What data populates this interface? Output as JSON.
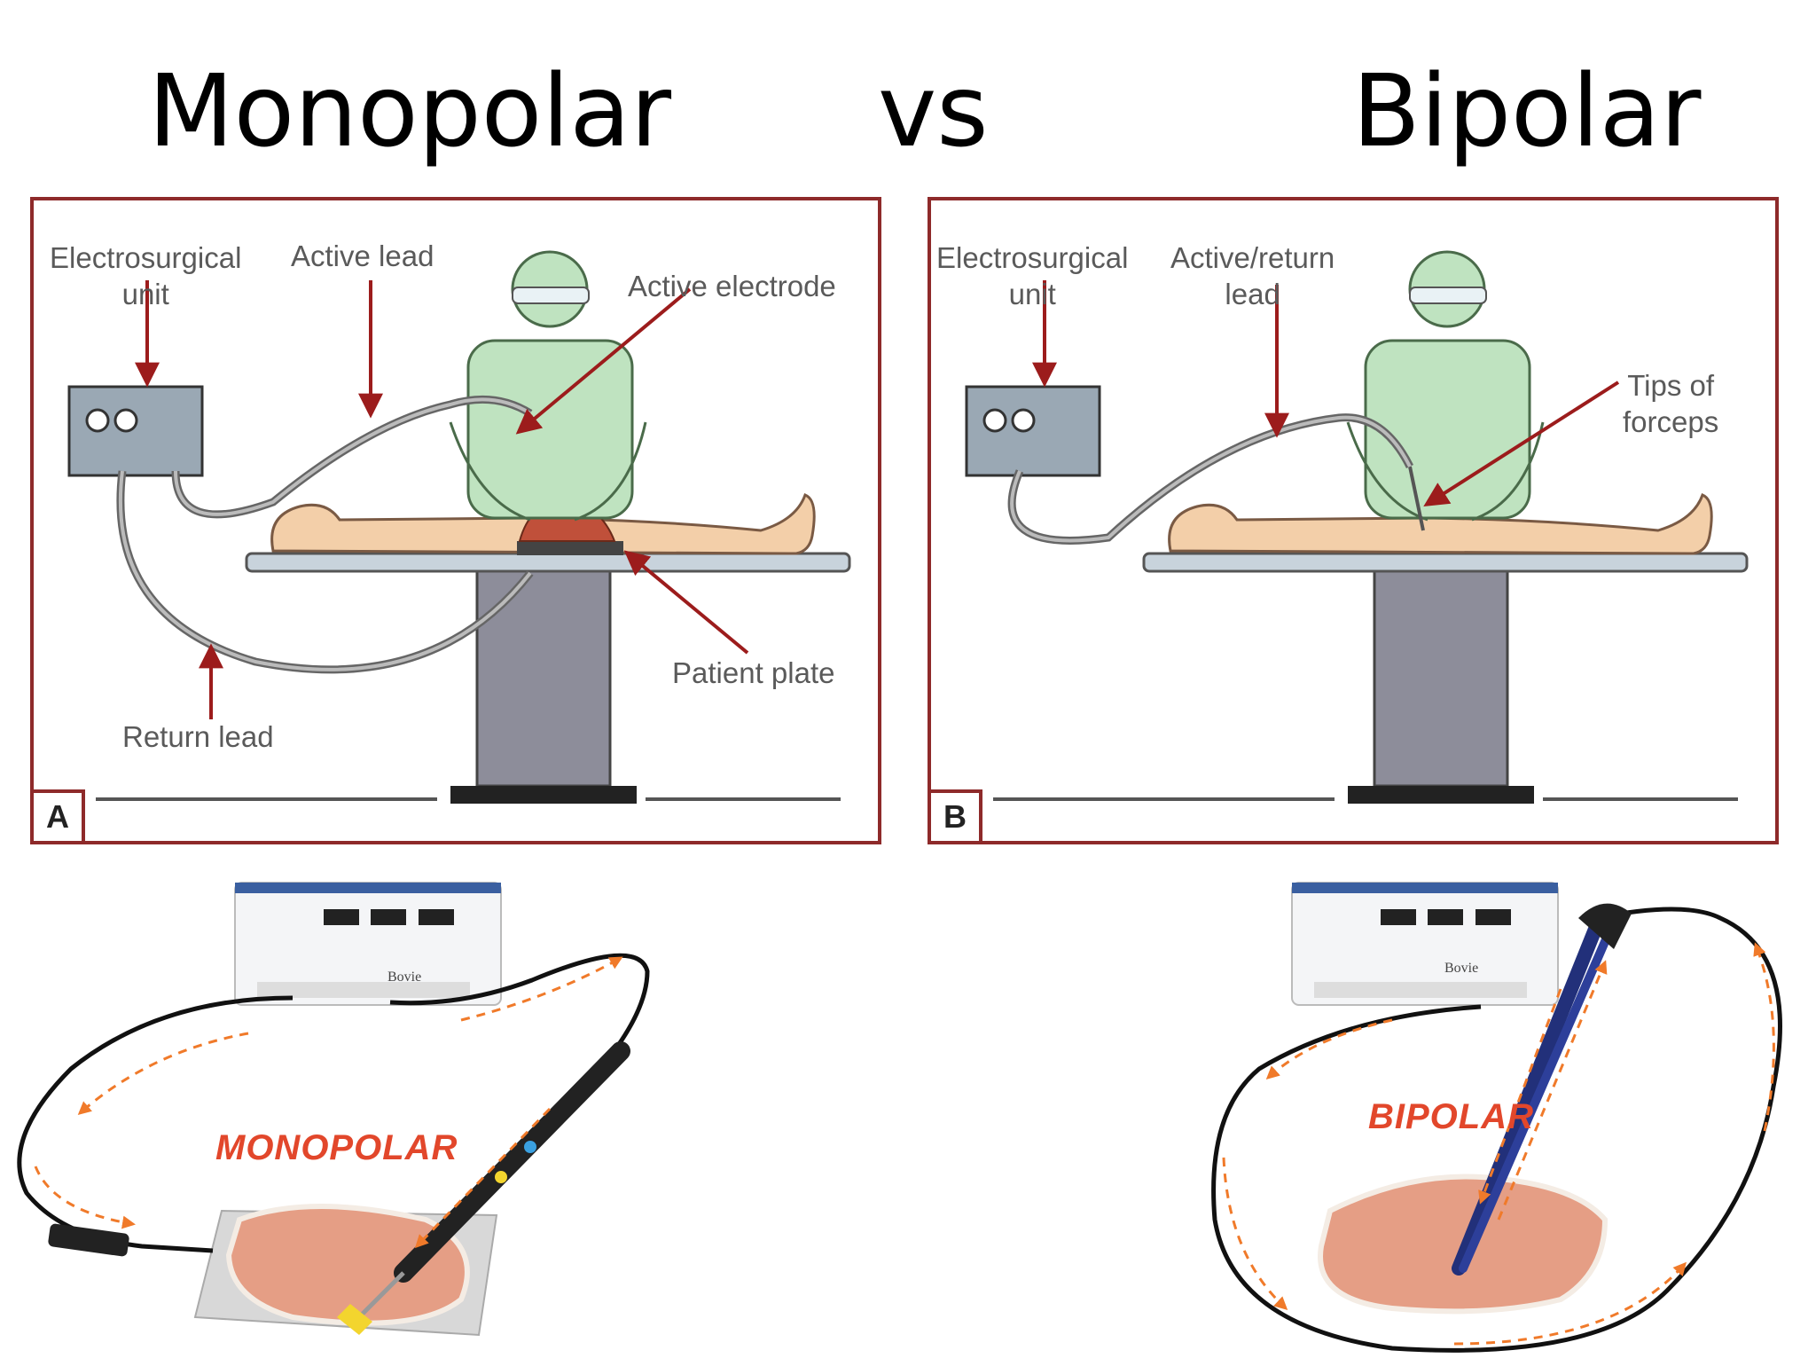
{
  "titles": {
    "left": "Monopolar",
    "middle": "vs",
    "right": "Bipolar"
  },
  "panel_a": {
    "letter": "A",
    "labels": {
      "esu": "Electrosurgical\nunit",
      "active_lead": "Active lead",
      "active_electrode": "Active electrode",
      "patient_plate": "Patient plate",
      "return_lead": "Return lead"
    }
  },
  "panel_b": {
    "letter": "B",
    "labels": {
      "esu": "Electrosurgical\nunit",
      "active_return_lead": "Active/return\nlead",
      "tips_of_forceps": "Tips of\nforceps"
    }
  },
  "photos": {
    "monopolar_label": "MONOPOLAR",
    "bipolar_label": "BIPOLAR",
    "brand": "Bovie"
  },
  "colors": {
    "frame": "#8e2a2a",
    "arrow": "#9c1c1c",
    "gown": "#bfe3c0",
    "skin": "#f3cfa9",
    "mode_label": "#e2472b",
    "current_arrows": "#f07a2a"
  }
}
